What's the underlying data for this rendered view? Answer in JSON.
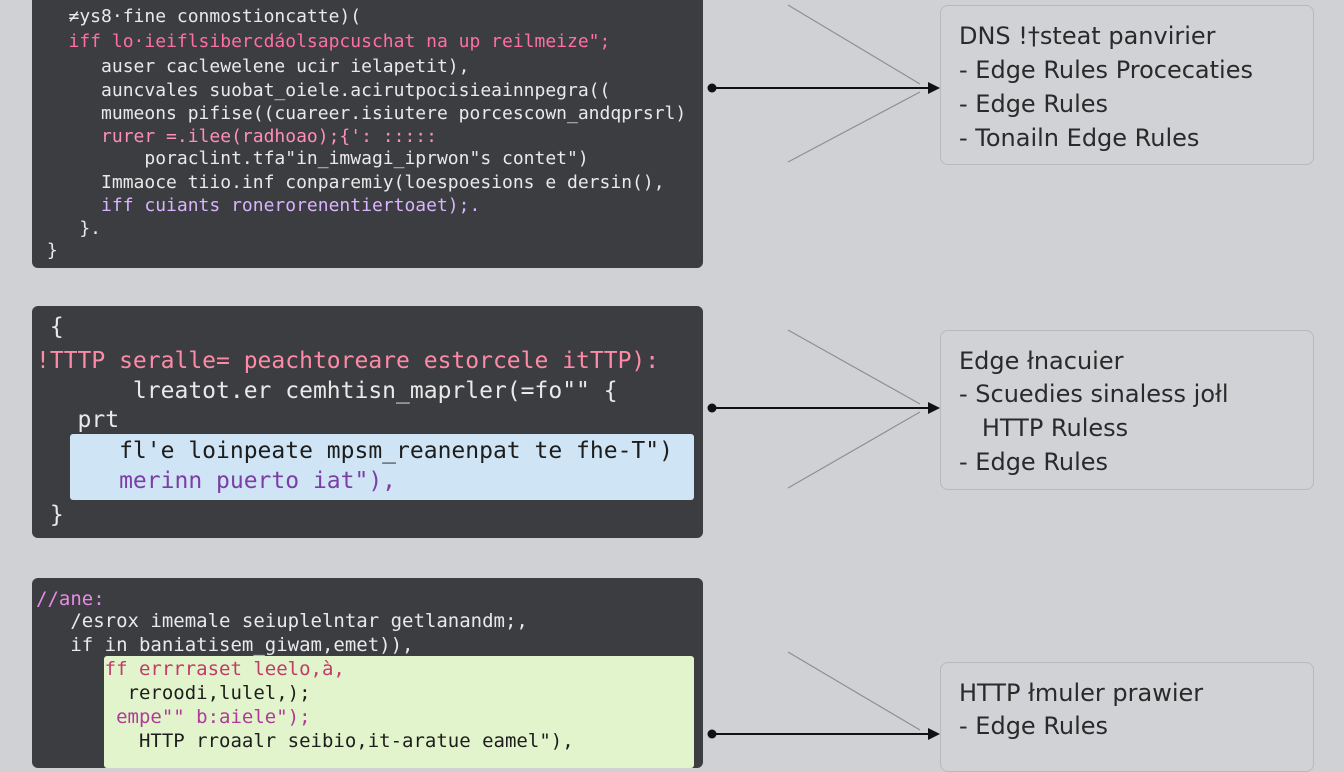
{
  "colors": {
    "background": "#cfd1d4",
    "code_bg": "#3c3d40",
    "code_text": "#e9e9e9",
    "keyword": "#ff6fa0",
    "function": "#c9a6ff",
    "string": "#e98be6",
    "highlight_blue": "#cfe4f4",
    "highlight_green": "#e2f4cc",
    "arrow": "#111111",
    "note_bg": "#d0d2d5",
    "note_border": "#b7b9bc"
  },
  "code_blocks": [
    {
      "lines": [
        "   ≠ys8·fine conmostioncatte)(",
        "   iff lo·ieiflsibercdáolsapcuschat na up reilmeize\";",
        "      auser caclewelene ucir ielapetit),",
        "      auncvales suobat_oiele.acirutpocisieainnpegra((",
        "      mumeons pifise((cuareer.isiutere porcescown_andqprsrl)",
        "      rurer =.ilee(radhoao);{': :::::",
        "          poraclint.tfa\"in_imwagi_iprwon\"s contet\")",
        "      Immaoce tiio.inf conparemiy(loespoesions e dersin(),",
        "      iff cuiants ronerorenentiertoaet);.",
        "    }.",
        " }"
      ]
    },
    {
      "lines": [
        " {",
        "!TTTP seralle= peachtoreare estorcele itTTP):",
        "       lreatot.er cemhtisn_maprler(=fo\"\" {",
        "   prt",
        "      fl'e loinpeate mpsm_reanenpat te fhe-T\")",
        "      merinn puerto iat\"),",
        " }"
      ]
    },
    {
      "lines": [
        "//ane:",
        "   /esrox imemale seiuplelntar getlanandm;,",
        "   if in baniatisem_giwam,emet)),",
        "      ff errrraset leelo,à,",
        "        reroodi,lulel,);",
        "       empe\"\" b:aiele\");",
        "         HTTP rroaalr seibio,it-aratue eamel\"),"
      ]
    }
  ],
  "notes": [
    {
      "lines": [
        "DNS !†steat panvirier",
        "- Edge Rules Procecaties",
        "- Edge Rules",
        "- Tonailn Edge Rules"
      ]
    },
    {
      "lines": [
        "Edge łnacuier",
        "- Scuedies sinaless jołl",
        "   HTTP Ruless",
        "- Edge Rules"
      ]
    },
    {
      "lines": [
        "HTTP łmuler prawier",
        "- Edge Rules"
      ]
    }
  ]
}
